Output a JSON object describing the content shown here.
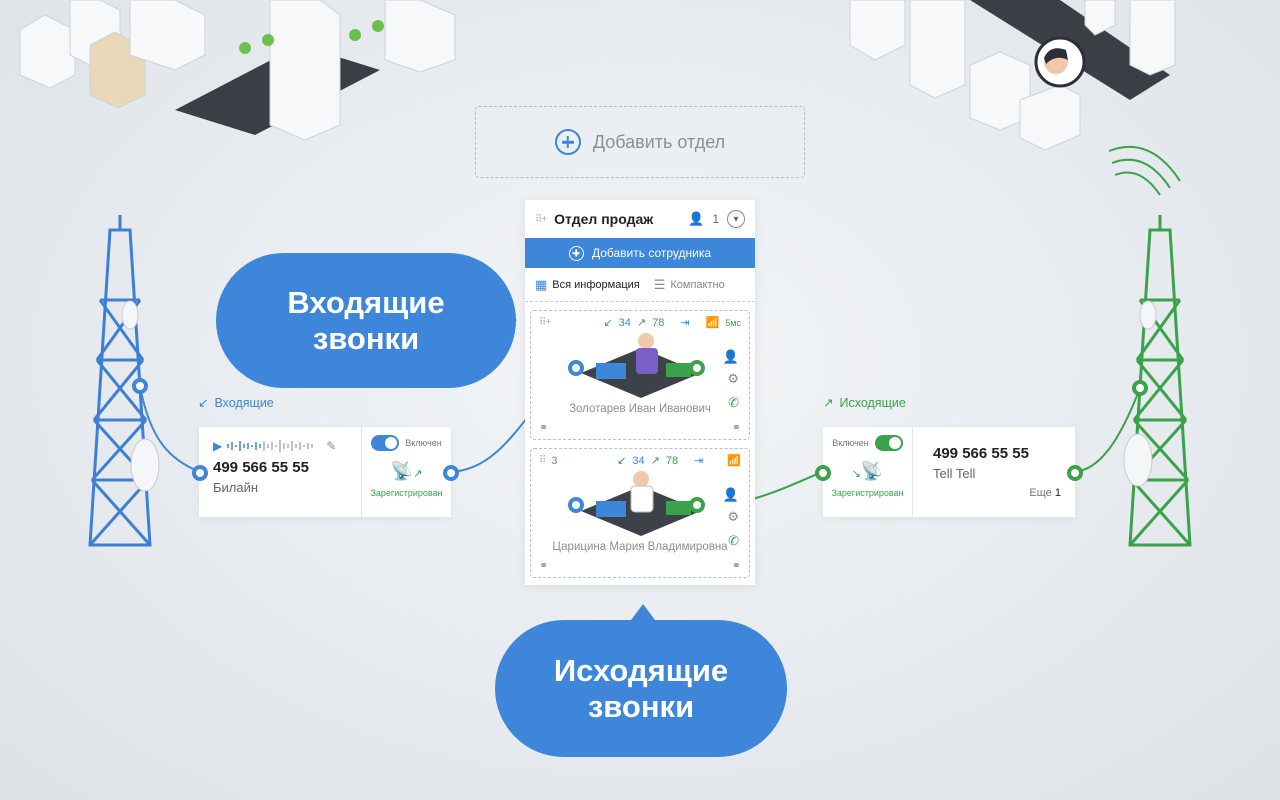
{
  "add_department": {
    "label": "Добавить отдел"
  },
  "department": {
    "title": "Отдел продаж",
    "members_count": "1",
    "add_employee_label": "Добавить сотрудника",
    "view_full_label": "Вся информация",
    "view_compact_label": "Компактно",
    "employees": [
      {
        "incoming": "34",
        "outgoing": "78",
        "signal": "5мс",
        "name": "Золотарев Иван Иванович"
      },
      {
        "position": "3",
        "incoming": "34",
        "outgoing": "78",
        "name": "Царицина Мария Владимировна"
      }
    ]
  },
  "incoming_line": {
    "section_label": "Входящие",
    "number": "499 566 55 55",
    "operator": "Билайн",
    "toggle_label": "Включен",
    "status_label": "Зарегистрирован"
  },
  "outgoing_line": {
    "section_label": "Исходящие",
    "toggle_label": "Включен",
    "status_label": "Зарегистрирован",
    "number": "499 566 55 55",
    "operator": "Tell Tell",
    "more_label": "Еще",
    "more_count": "1"
  },
  "bubbles": {
    "incoming_line1": "Входящие",
    "incoming_line2": "звонки",
    "outgoing_line1": "Исходящие",
    "outgoing_line2": "звонки"
  },
  "colors": {
    "accent": "#3d86d9",
    "success": "#3aa24a",
    "danger": "#e05454"
  }
}
